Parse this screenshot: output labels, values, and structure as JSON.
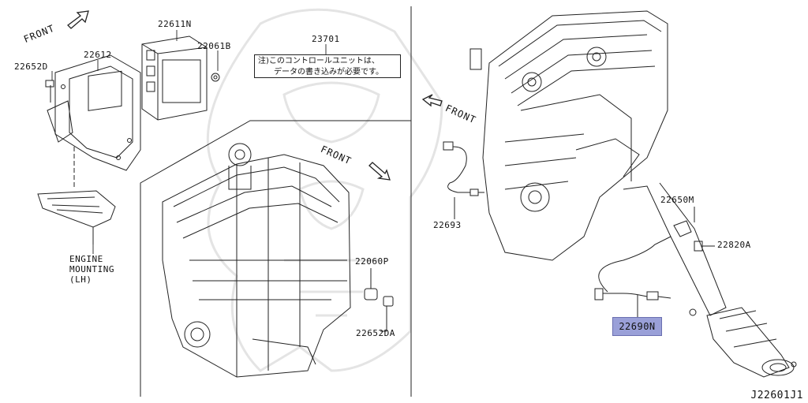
{
  "diagram": {
    "front_labels": [
      "FRONT",
      "FRONT",
      "FRONT"
    ],
    "parts": {
      "p22652D": "22652D",
      "p22612": "22612",
      "p22611N": "22611N",
      "p22061B": "22061B",
      "p23701": "23701",
      "p22060P": "22060P",
      "p22652DA": "22652DA",
      "p22693": "22693",
      "p22650M": "22650M",
      "p22820A": "22820A",
      "p22690N": "22690N"
    },
    "note_lines": [
      "注)このコントロールユニットは、",
      "データの書き込みが必要です。"
    ],
    "engine_mounting": [
      "ENGINE",
      "MOUNTING",
      "(LH)"
    ],
    "diagram_code": "J22601J1",
    "highlight_color": "#9aa0d8"
  }
}
